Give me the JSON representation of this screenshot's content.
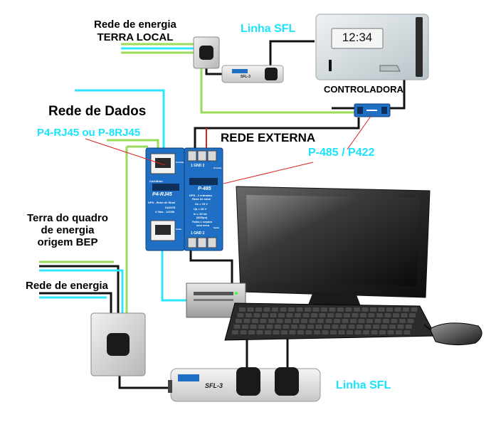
{
  "labels": {
    "rede_energia_terra": "Rede de energia\nTERRA LOCAL",
    "linha_sfl_top": "Linha SFL",
    "controladora": "CONTROLADORA",
    "clock": "12:34",
    "rede_dados": "Rede de Dados",
    "p4_rj45": "P4-RJ45 ou P-8RJ45",
    "rede_externa": "REDE EXTERNA",
    "p485": "P-485 / P422",
    "terra_quadro": "Terra do quadro\nde energia\norigem BEP",
    "rede_energia": "Rede de energia",
    "linha_sfl_bottom": "Linha SFL"
  },
  "devices": {
    "sfl3_small": "SFL-3",
    "sfl3_large": "SFL-3",
    "p4rj45_name": "P4-RJ45",
    "p4rj45_sub": "DPS - Rede de Sinal",
    "p4rj45_dados": "DADOS",
    "p4rj45_vias": "4 Vias - 1/2/3/6",
    "p485_name": "P-485",
    "p485_line1": "DPS - 2 entradas",
    "p485_line2": "Rede de sinal",
    "p485_uc": "Uc = 15 V",
    "p485_up": "Up = 28 V",
    "p485_in": "In = 20 kA",
    "p485_in_sub": "(8/20μs)",
    "p485_falha1": "Falha = separa",
    "p485_falha2": "sem terra",
    "p485_term_top": "1 GND 2",
    "p485_term_bottom": "1 GND 2",
    "p485_side_top": "Entrada",
    "p485_side_bottom": "Saída",
    "p4_side_top": "Entrada",
    "p4_side_bottom": "Saída",
    "p4_model": "Cód.Mrdo"
  },
  "colors": {
    "cyan_label": "#19e3ff",
    "dps_blue": "#1f6fc4",
    "green_wire": "#9bdb5a",
    "cyan_wire": "#2ee6ff",
    "black_wire": "#111111",
    "red_wire": "#e02020"
  }
}
